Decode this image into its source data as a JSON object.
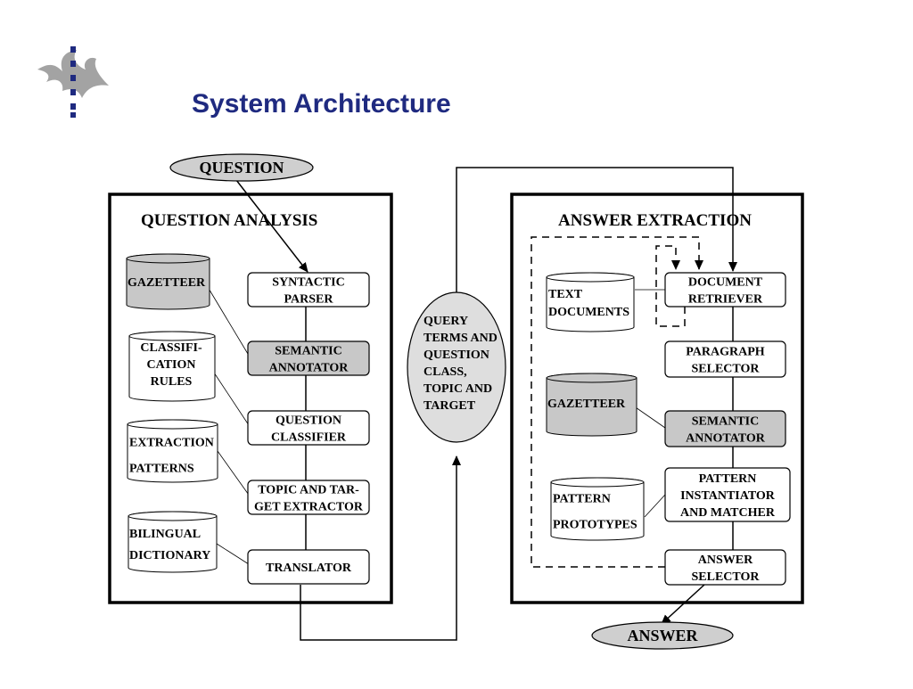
{
  "slide": {
    "title": "System Architecture",
    "logo": "university-flame-logo",
    "colors": {
      "title": "#1f2a80",
      "logo_dots": "#1f2a80",
      "logo_flame": "#a3a3a3",
      "shaded": "#c8c8c8",
      "white": "#ffffff",
      "line": "#000000"
    }
  },
  "diagram": {
    "question": "QUESTION",
    "answer": "ANSWER",
    "query_lines": [
      "QUERY",
      "TERMS  AND",
      "QUESTION",
      "CLASS,",
      "TOPIC AND",
      "TARGET"
    ],
    "question_analysis": {
      "title": "QUESTION ANALYSIS",
      "steps": [
        {
          "lines": [
            "SYNTACTIC",
            "PARSER"
          ],
          "shaded": false
        },
        {
          "lines": [
            "SEMANTIC",
            "ANNOTATOR"
          ],
          "shaded": true
        },
        {
          "lines": [
            "QUESTION",
            "CLASSIFIER"
          ],
          "shaded": false
        },
        {
          "lines": [
            "TOPIC AND TAR-",
            "GET EXTRACTOR"
          ],
          "shaded": false
        },
        {
          "lines": [
            "TRANSLATOR"
          ],
          "shaded": false
        }
      ],
      "resources": [
        {
          "lines": [
            "GAZETTEER"
          ],
          "shaded": true
        },
        {
          "lines": [
            "CLASSIFI-",
            "CATION",
            "RULES"
          ],
          "shaded": false
        },
        {
          "lines": [
            "EXTRACTION",
            "PATTERNS"
          ],
          "shaded": false
        },
        {
          "lines": [
            "BILINGUAL",
            "DICTIONARY"
          ],
          "shaded": false
        }
      ]
    },
    "answer_extraction": {
      "title": "ANSWER EXTRACTION",
      "steps": [
        {
          "lines": [
            "DOCUMENT",
            "RETRIEVER"
          ],
          "shaded": false
        },
        {
          "lines": [
            "PARAGRAPH",
            "SELECTOR"
          ],
          "shaded": false
        },
        {
          "lines": [
            "SEMANTIC",
            "ANNOTATOR"
          ],
          "shaded": true
        },
        {
          "lines": [
            "PATTERN",
            "INSTANTIATOR",
            "AND MATCHER"
          ],
          "shaded": false
        },
        {
          "lines": [
            "ANSWER",
            "SELECTOR"
          ],
          "shaded": false
        }
      ],
      "resources": [
        {
          "lines": [
            "TEXT",
            "DOCUMENTS"
          ],
          "shaded": false
        },
        {
          "lines": [
            "GAZETTEER"
          ],
          "shaded": true
        },
        {
          "lines": [
            "PATTERN",
            "PROTOTYPES"
          ],
          "shaded": false
        }
      ]
    }
  }
}
